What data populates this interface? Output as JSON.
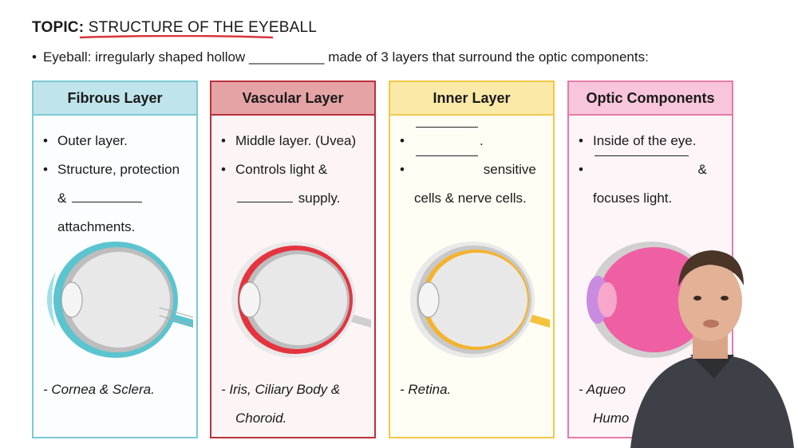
{
  "topic": {
    "label": "TOPIC:",
    "title": "STRUCTURE OF THE EYEBALL"
  },
  "intro": {
    "bullet": "•",
    "text_before": "Eyeball: irregularly shaped hollow",
    "blank": "__________",
    "text_after": "made of 3 layers that surround the optic components:"
  },
  "colors": {
    "fibrous": "#7cc9d6",
    "vascular": "#b8323a",
    "inner": "#f0c94a",
    "optic": "#e47cab",
    "underline": "#d9363e"
  },
  "cards": [
    {
      "title": "Fibrous Layer",
      "bullets": [
        "Outer layer.",
        "Structure, protection",
        "&",
        "attachments."
      ],
      "example": "- Cornea & Sclera."
    },
    {
      "title": "Vascular Layer",
      "bullets": [
        "Middle layer. (Uvea)",
        "Controls light &",
        "supply."
      ],
      "example_line1": "- Iris, Ciliary Body &",
      "example_line2": "Choroid."
    },
    {
      "title": "Inner Layer",
      "bullets": [
        ".",
        "sensitive",
        "cells & nerve cells."
      ],
      "example": "- Retina."
    },
    {
      "title": "Optic Components",
      "bullets": [
        "Inside of the eye.",
        "&",
        "focuses light."
      ],
      "example_line1": "- Aqueo",
      "example_line2": "Humo"
    }
  ],
  "icons": {
    "eye": "eyeball-cross-section-icon",
    "presenter": "presenter-video"
  }
}
